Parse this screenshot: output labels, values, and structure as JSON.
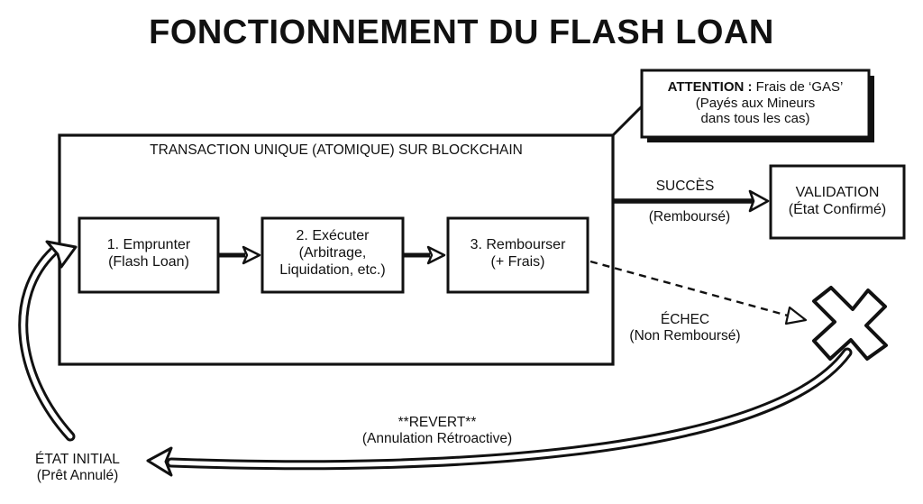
{
  "title": "FONCTIONNEMENT DU FLASH LOAN",
  "transaction_label": "TRANSACTION UNIQUE (ATOMIQUE) SUR BLOCKCHAIN",
  "steps": [
    {
      "line1": "1. Emprunter",
      "line2": "(Flash Loan)",
      "line3": ""
    },
    {
      "line1": "2. Exécuter",
      "line2": "(Arbitrage,",
      "line3": "Liquidation, etc.)"
    },
    {
      "line1": "3. Rembourser",
      "line2": "(+ Frais)",
      "line3": ""
    }
  ],
  "attention": {
    "label": "ATTENTION :",
    "line1_rest": "Frais de ‘GAS’",
    "line2": "(Payés aux Mineurs",
    "line3": "dans tous les cas)"
  },
  "success": {
    "label": "SUCCÈS",
    "sub": "(Remboursé)"
  },
  "validation": {
    "line1": "VALIDATION",
    "line2": "(État Confirmé)"
  },
  "failure": {
    "label": "ÉCHEC",
    "sub": "(Non Remboursé)"
  },
  "revert": {
    "label": "**REVERT**",
    "sub": "(Annulation Rétroactive)"
  },
  "initial_state": {
    "line1": "ÉTAT INITIAL",
    "line2": "(Prêt Annulé)"
  },
  "colors": {
    "ink": "#111111",
    "background": "#ffffff"
  }
}
